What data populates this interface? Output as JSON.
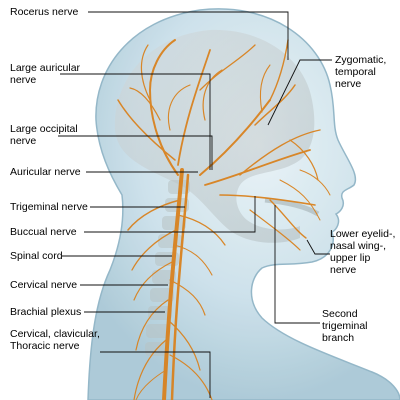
{
  "labels": {
    "rocerus": "Rocerus nerve",
    "large_auricular_1": "Large auricular",
    "large_auricular_2": "nerve",
    "large_occipital_1": "Large occipital",
    "large_occipital_2": "nerve",
    "auricular": "Auricular nerve",
    "trigeminal": "Trigeminal nerve",
    "buccual": "Buccual nerve",
    "spinal_cord": "Spinal cord",
    "cervical": "Cervical nerve",
    "brachial": "Brachial plexus",
    "ccth_1": "Cervical, clavicular,",
    "ccth_2": "Thoracic nerve",
    "zygomatic_1": "Zygomatic,",
    "zygomatic_2": "temporal",
    "zygomatic_3": "nerve",
    "lower_eyelid_1": "Lower eyelid-,",
    "lower_eyelid_2": "nasal wing-,",
    "lower_eyelid_3": "upper lip",
    "lower_eyelid_4": "nerve",
    "second_trig_1": "Second",
    "second_trig_2": "trigeminal",
    "second_trig_3": "branch"
  },
  "colors": {
    "nerve": "#d9821f",
    "body_fill": "#cfe3ec",
    "body_edge": "#8fb4c6",
    "leader": "#111111"
  }
}
